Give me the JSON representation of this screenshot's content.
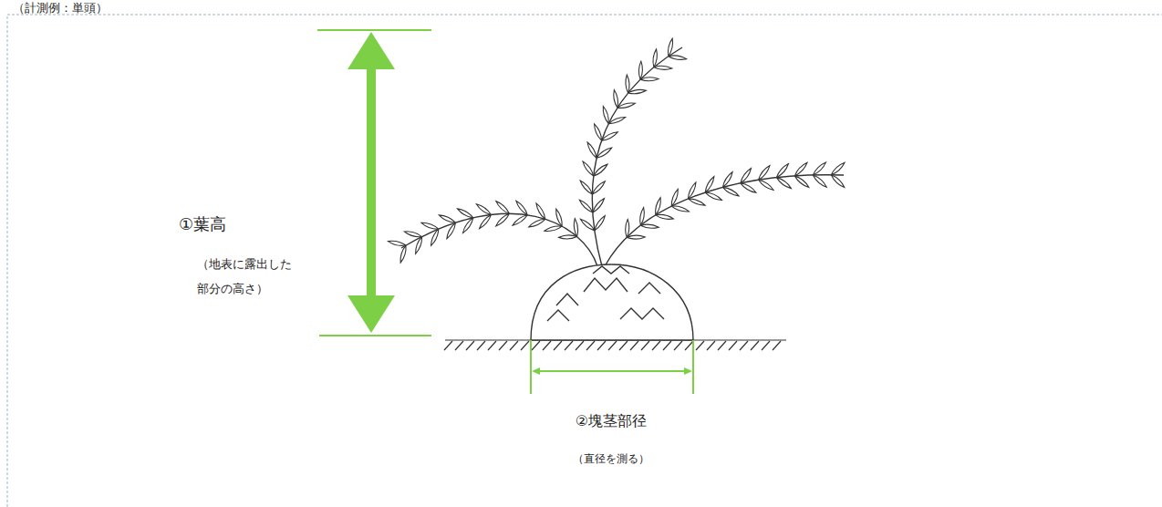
{
  "diagram": {
    "labels": [
      "（計測例：単頭）",
      "①葉高",
      "（地表に露出した 部分の高さ）",
      "②塊茎部径",
      "（直径を測る）"
    ]
  }
}
